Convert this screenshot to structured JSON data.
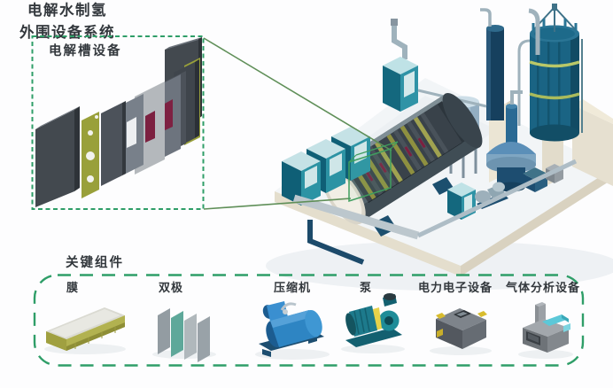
{
  "detail_box": {
    "label": "电解槽设备"
  },
  "main_title": {
    "line1": "电解水制氢",
    "line2": "外围设备系统"
  },
  "key_components": {
    "title": "关键组件",
    "items": [
      {
        "label": "膜",
        "icon": "membrane-icon"
      },
      {
        "label": "双极",
        "icon": "bipolar-plates-icon"
      },
      {
        "label": "压缩机",
        "icon": "compressor-icon"
      },
      {
        "label": "泵",
        "icon": "pump-icon"
      },
      {
        "label": "电力电子设备",
        "icon": "power-electronics-icon"
      },
      {
        "label": "气体分析设备",
        "icon": "gas-analyzer-icon"
      }
    ]
  },
  "colors": {
    "accent_green": "#2f9e68",
    "leader_green": "#5f8f58",
    "highlight_green": "#3f9e5f",
    "text": "#33383d"
  },
  "scene_icons": [
    "electrolyzer-stack-icon",
    "rectifier-cabinet-icon",
    "electrolyzer-vessel-icon",
    "gas-separator-icon",
    "process-column-icon",
    "dome-tank-icon",
    "storage-tank-icon"
  ]
}
